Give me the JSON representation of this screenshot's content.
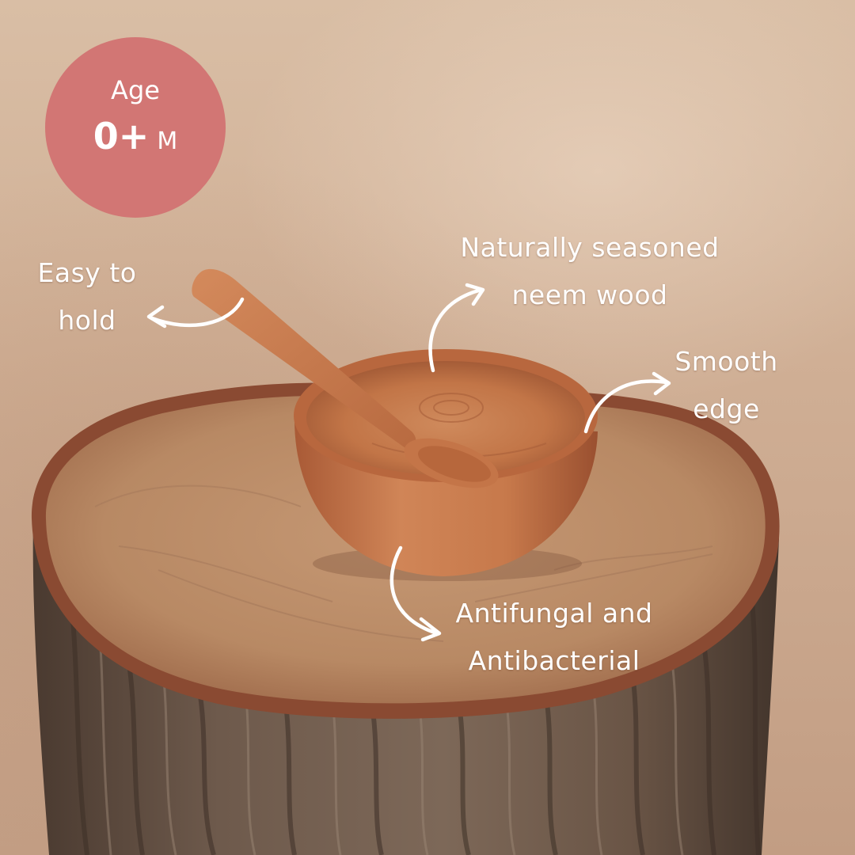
{
  "age_badge": {
    "label": "Age",
    "value": "0+",
    "unit": "M",
    "color": "#d27674"
  },
  "callouts": {
    "easy_to_hold": {
      "line1": "Easy to",
      "line2": "hold"
    },
    "neem_wood": {
      "line1": "Naturally seasoned",
      "line2": "neem wood"
    },
    "smooth_edge": {
      "line1": "Smooth",
      "line2": "edge"
    },
    "antifungal": {
      "line1": "Antifungal and",
      "line2": "Antibacterial"
    }
  },
  "photo": {
    "subject": "neem wood baby bowl and spoon on tree stump",
    "colors": {
      "backdrop": "#d4b59b",
      "wood": "#c87a4e",
      "bark": "#6b5648",
      "stump_top": "#b98a66"
    }
  }
}
